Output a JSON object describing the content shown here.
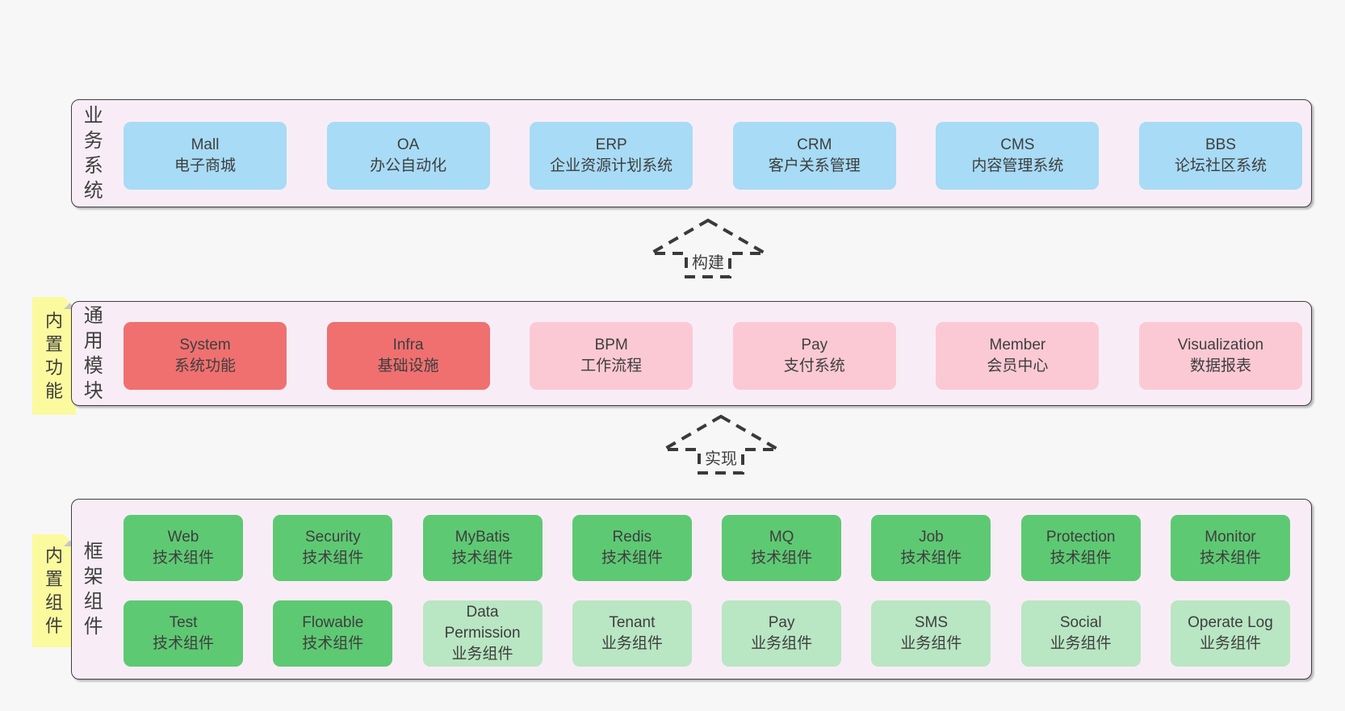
{
  "colors": {
    "page_bg": "#f7f7f7",
    "panel_bg": "#f8edf6",
    "panel_border": "#3f3f3f",
    "system_box_blue": "#a8dbf5",
    "core_module_red": "#f07070",
    "module_pink": "#fbc9d4",
    "tech_component_green": "#5ec973",
    "biz_component_light_green": "#b9e6c3",
    "sticky_note_yellow": "#fbfa9e",
    "note_fold_gray": "#c6c6c6",
    "text": "#3e3e3e"
  },
  "arrows": [
    {
      "label": "构建"
    },
    {
      "label": "实现"
    }
  ],
  "panels": [
    {
      "label": "业务系统",
      "boxes": [
        {
          "title": "Mall",
          "subtitle": "电子商城"
        },
        {
          "title": "OA",
          "subtitle": "办公自动化"
        },
        {
          "title": "ERP",
          "subtitle": "企业资源计划系统"
        },
        {
          "title": "CRM",
          "subtitle": "客户关系管理"
        },
        {
          "title": "CMS",
          "subtitle": "内容管理系统"
        },
        {
          "title": "BBS",
          "subtitle": "论坛社区系统"
        }
      ]
    },
    {
      "label": "通用模块",
      "note": "内置功能",
      "boxes": [
        {
          "title": "System",
          "subtitle": "系统功能"
        },
        {
          "title": "Infra",
          "subtitle": "基础设施"
        },
        {
          "title": "BPM",
          "subtitle": "工作流程"
        },
        {
          "title": "Pay",
          "subtitle": "支付系统"
        },
        {
          "title": "Member",
          "subtitle": "会员中心"
        },
        {
          "title": "Visualization",
          "subtitle": "数据报表"
        }
      ]
    },
    {
      "label": "框架组件",
      "note": "内置组件",
      "row1": [
        {
          "title": "Web",
          "subtitle": "技术组件"
        },
        {
          "title": "Security",
          "subtitle": "技术组件"
        },
        {
          "title": "MyBatis",
          "subtitle": "技术组件"
        },
        {
          "title": "Redis",
          "subtitle": "技术组件"
        },
        {
          "title": "MQ",
          "subtitle": "技术组件"
        },
        {
          "title": "Job",
          "subtitle": "技术组件"
        },
        {
          "title": "Protection",
          "subtitle": "技术组件"
        },
        {
          "title": "Monitor",
          "subtitle": "技术组件"
        }
      ],
      "row2": [
        {
          "title": "Test",
          "subtitle": "技术组件"
        },
        {
          "title": "Flowable",
          "subtitle": "技术组件"
        },
        {
          "title": "Data Permission",
          "subtitle": "业务组件"
        },
        {
          "title": "Tenant",
          "subtitle": "业务组件"
        },
        {
          "title": "Pay",
          "subtitle": "业务组件"
        },
        {
          "title": "SMS",
          "subtitle": "业务组件"
        },
        {
          "title": "Social",
          "subtitle": "业务组件"
        },
        {
          "title": "Operate Log",
          "subtitle": "业务组件"
        }
      ]
    }
  ]
}
